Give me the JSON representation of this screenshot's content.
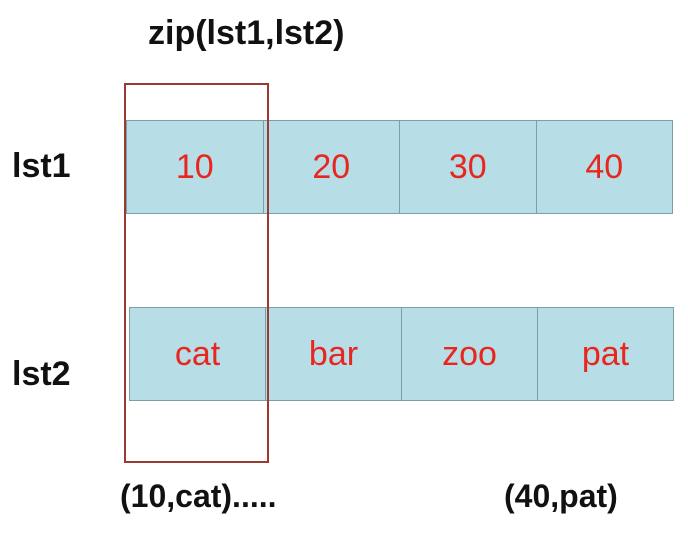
{
  "title": "zip(lst1,lst2)",
  "rows": [
    {
      "label": "lst1",
      "cells": [
        "10",
        "20",
        "30",
        "40"
      ]
    },
    {
      "label": "lst2",
      "cells": [
        "cat",
        "bar",
        "zoo",
        "pat"
      ]
    }
  ],
  "results": {
    "first": "(10,cat).....",
    "last": "(40,pat)"
  },
  "colors": {
    "cell_fill": "#b7dde6",
    "cell_text": "#e8261e",
    "zip_box_border": "#9a3a33",
    "label_text": "#111111"
  }
}
